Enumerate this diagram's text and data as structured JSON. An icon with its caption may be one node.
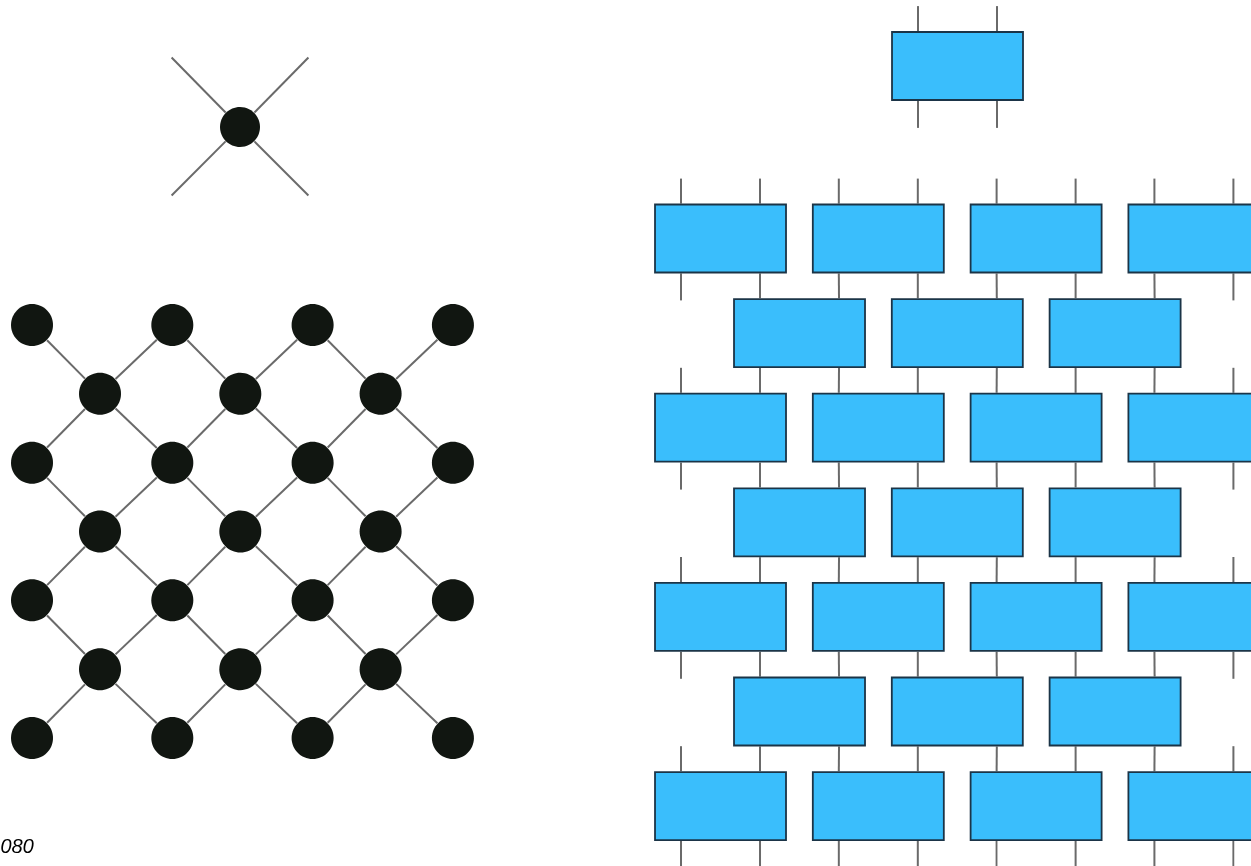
{
  "diagram": {
    "nodes": [
      {
        "text": [],
        "shape": "circle"
      },
      {
        "text": [],
        "shape": "circle"
      },
      {
        "text": [],
        "shape": "circle"
      },
      {
        "text": [],
        "shape": "circle"
      },
      {
        "text": [],
        "shape": "circle"
      },
      {
        "text": [],
        "shape": "circle"
      },
      {
        "text": [],
        "shape": "circle"
      },
      {
        "text": [],
        "shape": "circle"
      },
      {
        "text": [],
        "shape": "circle"
      },
      {
        "text": [],
        "shape": "circle"
      },
      {
        "text": [],
        "shape": "circle"
      },
      {
        "text": [],
        "shape": "circle"
      },
      {
        "text": [],
        "shape": "circle"
      },
      {
        "text": [],
        "shape": "circle"
      },
      {
        "text": [],
        "shape": "circle"
      },
      {
        "text": [],
        "shape": "circle"
      },
      {
        "text": [],
        "shape": "circle"
      },
      {
        "text": [],
        "shape": "circle"
      },
      {
        "text": [],
        "shape": "circle"
      },
      {
        "text": [],
        "shape": "circle"
      },
      {
        "text": [],
        "shape": "circle"
      },
      {
        "text": [],
        "shape": "circle"
      },
      {
        "text": [],
        "shape": "circle"
      },
      {
        "text": [],
        "shape": "circle"
      },
      {
        "text": [],
        "shape": "circle"
      },
      {
        "text": [],
        "shape": "circle"
      },
      {
        "text": [],
        "shape": "box"
      },
      {
        "text": [],
        "shape": "box"
      },
      {
        "text": [],
        "shape": "box"
      },
      {
        "text": [],
        "shape": "box"
      },
      {
        "text": [],
        "shape": "box"
      },
      {
        "text": [],
        "shape": "box"
      },
      {
        "text": [],
        "shape": "box"
      },
      {
        "text": [],
        "shape": "box"
      },
      {
        "text": [],
        "shape": "box"
      },
      {
        "text": [],
        "shape": "box"
      },
      {
        "text": [],
        "shape": "box"
      },
      {
        "text": [],
        "shape": "box"
      },
      {
        "text": [],
        "shape": "box"
      },
      {
        "text": [],
        "shape": "box"
      },
      {
        "text": [],
        "shape": "box"
      },
      {
        "text": [],
        "shape": "box"
      },
      {
        "text": [],
        "shape": "box"
      },
      {
        "text": [],
        "shape": "box"
      },
      {
        "text": [],
        "shape": "box"
      },
      {
        "text": [],
        "shape": "box"
      },
      {
        "text": [],
        "shape": "box"
      },
      {
        "text": [],
        "shape": "box"
      },
      {
        "text": [],
        "shape": "box"
      },
      {
        "text": [],
        "shape": "box"
      },
      {
        "text": [],
        "shape": "box"
      },
      {
        "text": [],
        "shape": "box"
      }
    ],
    "edges": [
      {
        "from": 0,
        "to": null,
        "arrow": "none"
      },
      {
        "from": 0,
        "to": null,
        "arrow": "none"
      },
      {
        "from": 0,
        "to": null,
        "arrow": "none"
      },
      {
        "from": 0,
        "to": null,
        "arrow": "none"
      },
      {
        "from": 1,
        "to": 5,
        "arrow": "none"
      },
      {
        "from": 2,
        "to": 5,
        "arrow": "none"
      },
      {
        "from": 2,
        "to": 6,
        "arrow": "none"
      },
      {
        "from": 3,
        "to": 6,
        "arrow": "none"
      },
      {
        "from": 3,
        "to": 7,
        "arrow": "none"
      },
      {
        "from": 4,
        "to": 7,
        "arrow": "none"
      },
      {
        "from": 5,
        "to": 8,
        "arrow": "none"
      },
      {
        "from": 5,
        "to": 9,
        "arrow": "none"
      },
      {
        "from": 6,
        "to": 9,
        "arrow": "none"
      },
      {
        "from": 6,
        "to": 10,
        "arrow": "none"
      },
      {
        "from": 7,
        "to": 10,
        "arrow": "none"
      },
      {
        "from": 7,
        "to": 11,
        "arrow": "none"
      },
      {
        "from": 8,
        "to": 12,
        "arrow": "none"
      },
      {
        "from": 9,
        "to": 12,
        "arrow": "none"
      },
      {
        "from": 9,
        "to": 13,
        "arrow": "none"
      },
      {
        "from": 10,
        "to": 13,
        "arrow": "none"
      },
      {
        "from": 10,
        "to": 14,
        "arrow": "none"
      },
      {
        "from": 11,
        "to": 14,
        "arrow": "none"
      },
      {
        "from": 12,
        "to": 15,
        "arrow": "none"
      },
      {
        "from": 12,
        "to": 16,
        "arrow": "none"
      },
      {
        "from": 13,
        "to": 16,
        "arrow": "none"
      },
      {
        "from": 13,
        "to": 17,
        "arrow": "none"
      },
      {
        "from": 14,
        "to": 17,
        "arrow": "none"
      },
      {
        "from": 14,
        "to": 18,
        "arrow": "none"
      },
      {
        "from": 15,
        "to": 19,
        "arrow": "none"
      },
      {
        "from": 16,
        "to": 19,
        "arrow": "none"
      },
      {
        "from": 16,
        "to": 20,
        "arrow": "none"
      },
      {
        "from": 17,
        "to": 20,
        "arrow": "none"
      },
      {
        "from": 17,
        "to": 21,
        "arrow": "none"
      },
      {
        "from": 18,
        "to": 21,
        "arrow": "none"
      },
      {
        "from": 19,
        "to": 22,
        "arrow": "none"
      },
      {
        "from": 19,
        "to": 23,
        "arrow": "none"
      },
      {
        "from": 20,
        "to": 23,
        "arrow": "none"
      },
      {
        "from": 20,
        "to": 24,
        "arrow": "none"
      },
      {
        "from": 21,
        "to": 24,
        "arrow": "none"
      },
      {
        "from": 21,
        "to": 25,
        "arrow": "none"
      },
      {
        "from": 26,
        "to": null,
        "arrow": "none"
      },
      {
        "from": 26,
        "to": null,
        "arrow": "none"
      },
      {
        "from": 26,
        "to": null,
        "arrow": "none"
      },
      {
        "from": 26,
        "to": null,
        "arrow": "none"
      },
      {
        "from": 27,
        "to": null,
        "arrow": "none"
      },
      {
        "from": 27,
        "to": null,
        "arrow": "none"
      },
      {
        "from": 27,
        "to": null,
        "arrow": "none"
      },
      {
        "from": 28,
        "to": null,
        "arrow": "none"
      },
      {
        "from": 28,
        "to": null,
        "arrow": "none"
      },
      {
        "from": 29,
        "to": null,
        "arrow": "none"
      },
      {
        "from": 29,
        "to": null,
        "arrow": "none"
      },
      {
        "from": 30,
        "to": null,
        "arrow": "none"
      },
      {
        "from": 30,
        "to": null,
        "arrow": "none"
      },
      {
        "from": 30,
        "to": null,
        "arrow": "none"
      },
      {
        "from": 27,
        "to": 31,
        "arrow": "none"
      },
      {
        "from": 28,
        "to": 31,
        "arrow": "none"
      },
      {
        "from": 28,
        "to": 32,
        "arrow": "none"
      },
      {
        "from": 29,
        "to": 32,
        "arrow": "none"
      },
      {
        "from": 29,
        "to": 33,
        "arrow": "none"
      },
      {
        "from": 30,
        "to": 33,
        "arrow": "none"
      },
      {
        "from": 31,
        "to": 34,
        "arrow": "none"
      },
      {
        "from": 31,
        "to": 35,
        "arrow": "none"
      },
      {
        "from": 32,
        "to": 35,
        "arrow": "none"
      },
      {
        "from": 32,
        "to": 36,
        "arrow": "none"
      },
      {
        "from": 33,
        "to": 36,
        "arrow": "none"
      },
      {
        "from": 33,
        "to": 37,
        "arrow": "none"
      },
      {
        "from": 34,
        "to": null,
        "arrow": "none"
      },
      {
        "from": 34,
        "to": null,
        "arrow": "none"
      },
      {
        "from": 37,
        "to": null,
        "arrow": "none"
      },
      {
        "from": 37,
        "to": null,
        "arrow": "none"
      },
      {
        "from": 34,
        "to": 38,
        "arrow": "none"
      },
      {
        "from": 35,
        "to": 38,
        "arrow": "none"
      },
      {
        "from": 35,
        "to": 39,
        "arrow": "none"
      },
      {
        "from": 36,
        "to": 39,
        "arrow": "none"
      },
      {
        "from": 36,
        "to": 40,
        "arrow": "none"
      },
      {
        "from": 37,
        "to": 40,
        "arrow": "none"
      },
      {
        "from": 38,
        "to": 41,
        "arrow": "none"
      },
      {
        "from": 38,
        "to": 42,
        "arrow": "none"
      },
      {
        "from": 39,
        "to": 42,
        "arrow": "none"
      },
      {
        "from": 39,
        "to": 43,
        "arrow": "none"
      },
      {
        "from": 40,
        "to": 43,
        "arrow": "none"
      },
      {
        "from": 40,
        "to": 44,
        "arrow": "none"
      },
      {
        "from": 41,
        "to": null,
        "arrow": "none"
      },
      {
        "from": 41,
        "to": null,
        "arrow": "none"
      },
      {
        "from": 44,
        "to": null,
        "arrow": "none"
      },
      {
        "from": 44,
        "to": null,
        "arrow": "none"
      },
      {
        "from": 41,
        "to": 45,
        "arrow": "none"
      },
      {
        "from": 42,
        "to": 45,
        "arrow": "none"
      },
      {
        "from": 42,
        "to": 46,
        "arrow": "none"
      },
      {
        "from": 43,
        "to": 46,
        "arrow": "none"
      },
      {
        "from": 43,
        "to": 47,
        "arrow": "none"
      },
      {
        "from": 44,
        "to": 47,
        "arrow": "none"
      },
      {
        "from": 45,
        "to": 48,
        "arrow": "none"
      },
      {
        "from": 45,
        "to": 49,
        "arrow": "none"
      },
      {
        "from": 46,
        "to": 49,
        "arrow": "none"
      },
      {
        "from": 46,
        "to": 50,
        "arrow": "none"
      },
      {
        "from": 47,
        "to": 50,
        "arrow": "none"
      },
      {
        "from": 47,
        "to": 51,
        "arrow": "none"
      },
      {
        "from": 48,
        "to": null,
        "arrow": "none"
      },
      {
        "from": 48,
        "to": null,
        "arrow": "none"
      },
      {
        "from": 48,
        "to": null,
        "arrow": "none"
      },
      {
        "from": 49,
        "to": null,
        "arrow": "none"
      },
      {
        "from": 49,
        "to": null,
        "arrow": "none"
      },
      {
        "from": 50,
        "to": null,
        "arrow": "none"
      },
      {
        "from": 50,
        "to": null,
        "arrow": "none"
      },
      {
        "from": 51,
        "to": null,
        "arrow": "none"
      },
      {
        "from": 51,
        "to": null,
        "arrow": "none"
      },
      {
        "from": 51,
        "to": null,
        "arrow": "none"
      }
    ],
    "labels": [
      "080"
    ]
  }
}
